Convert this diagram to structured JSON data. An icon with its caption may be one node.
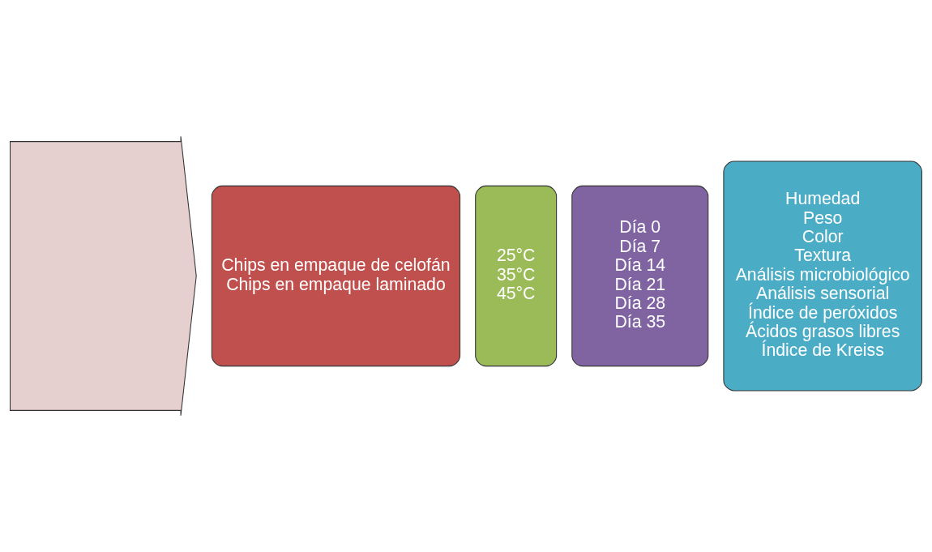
{
  "diagram": {
    "nodes": [
      {
        "text": [],
        "shape": "arrow"
      },
      {
        "text": [
          "Chips en empaque de celofán",
          "Chips en empaque laminado"
        ]
      },
      {
        "text": [
          "25°C",
          "35°C",
          "45°C"
        ]
      },
      {
        "text": [
          "Día 0",
          "Día 7",
          "Día 14",
          "Día 21",
          "Día 28",
          "Día 35"
        ]
      },
      {
        "text": [
          "Humedad",
          "Peso",
          "Color",
          "Textura",
          "Análisis microbiológico",
          "Análisis sensorial",
          "Índice de peróxidos",
          "Ácidos grasos libres",
          "Índice de Kreiss"
        ]
      }
    ]
  }
}
